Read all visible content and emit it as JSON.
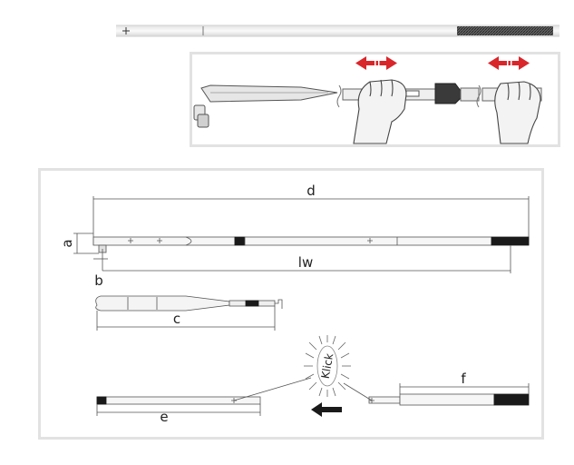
{
  "labels": {
    "a": "a",
    "b": "b",
    "c": "c",
    "d": "d",
    "e": "e",
    "f": "f",
    "lw": "lw",
    "kick": "Klick"
  },
  "colors": {
    "arrow_red": "#d9262b",
    "line": "#555555",
    "frame": "#e2e2e2",
    "tube": "#f4f4f4",
    "black_part": "#1a1a1a"
  },
  "icons": {
    "top_bar": "wrench-handle-tube",
    "photo": "hands-pulling-wrench",
    "kick": "click-burst-icon",
    "push": "left-arrow-icon"
  }
}
